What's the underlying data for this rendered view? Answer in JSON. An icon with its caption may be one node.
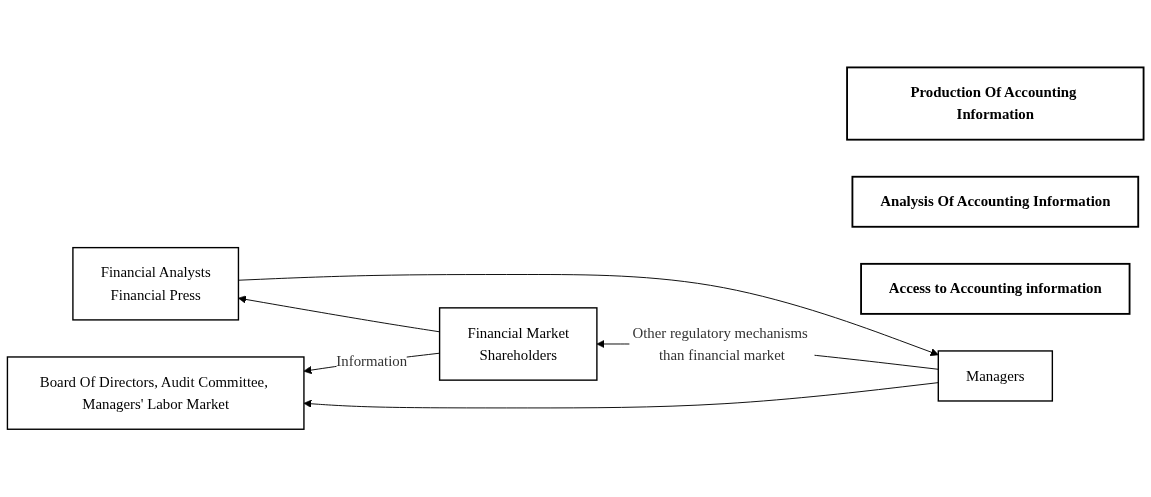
{
  "diagram": {
    "nodes": [
      {
        "text": [
          "Production Of Accounting Information"
        ]
      },
      {
        "text": [
          "Analysis Of Accounting Information"
        ]
      },
      {
        "text": [
          "Access to Accounting information"
        ]
      },
      {
        "text": [
          "Managers"
        ]
      },
      {
        "text": [
          "Financial Analysts",
          "Financial Press"
        ]
      },
      {
        "text": [
          "Financial Market",
          "Shareholders"
        ]
      },
      {
        "text": [
          "Board Of Directors, Audit Committee, Managers' Labor Market"
        ]
      }
    ],
    "edges": [
      {
        "from": 5,
        "to": 4,
        "arrow": "to"
      },
      {
        "from": 4,
        "to": 3,
        "arrow": "to"
      },
      {
        "from": 3,
        "to": 5,
        "arrow": "to",
        "label": "Other regulatory mechanisms than financial market"
      },
      {
        "from": 3,
        "to": 6,
        "arrow": "to"
      },
      {
        "from": 5,
        "to": 6,
        "arrow": "to",
        "label": "Information"
      }
    ]
  }
}
